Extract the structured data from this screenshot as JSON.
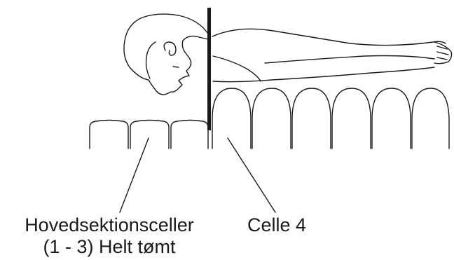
{
  "labels": {
    "main_section_line1": "Hovedsektionsceller",
    "main_section_line2": "(1 - 3) Helt tømt",
    "cell4": "Celle 4"
  },
  "colors": {
    "stroke": "#1a1a1a",
    "background": "#ffffff"
  }
}
